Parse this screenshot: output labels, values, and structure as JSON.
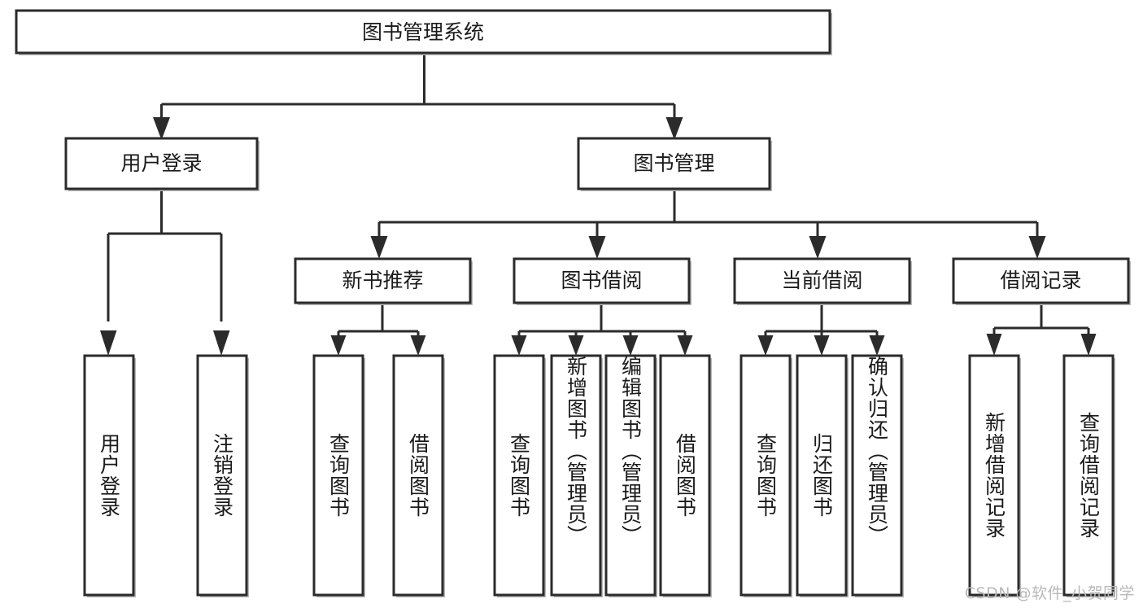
{
  "diagram": {
    "type": "tree-hierarchy",
    "title": "图书管理系统",
    "root": {
      "label": "图书管理系统",
      "level": 1
    },
    "level2": [
      {
        "label": "用户登录"
      },
      {
        "label": "图书管理"
      }
    ],
    "level3": [
      {
        "label": "新书推荐"
      },
      {
        "label": "图书借阅"
      },
      {
        "label": "当前借阅"
      },
      {
        "label": "借阅记录"
      }
    ],
    "leaves": {
      "user_login": [
        {
          "label": "用户登录"
        },
        {
          "label": "注销登录"
        }
      ],
      "new_book_recommend": [
        {
          "label": "查询图书"
        },
        {
          "label": "借阅图书"
        }
      ],
      "book_borrow": [
        {
          "label": "查询图书"
        },
        {
          "label": "新增图书（管理员）"
        },
        {
          "label": "编辑图书（管理员）"
        },
        {
          "label": "借阅图书"
        }
      ],
      "current_borrow": [
        {
          "label": "查询图书"
        },
        {
          "label": "归还图书"
        },
        {
          "label": "确认归还（管理员）"
        }
      ],
      "borrow_record": [
        {
          "label": "新增借阅记录"
        },
        {
          "label": "查询借阅记录"
        }
      ]
    }
  },
  "watermark": {
    "text": "CSDN @软件_小贺同学"
  },
  "colors": {
    "box_stroke": "#2b2b2b",
    "box_fill": "#ffffff",
    "text": "#1a1a1a",
    "watermark": "#b9b9b9",
    "background": "#ffffff"
  }
}
